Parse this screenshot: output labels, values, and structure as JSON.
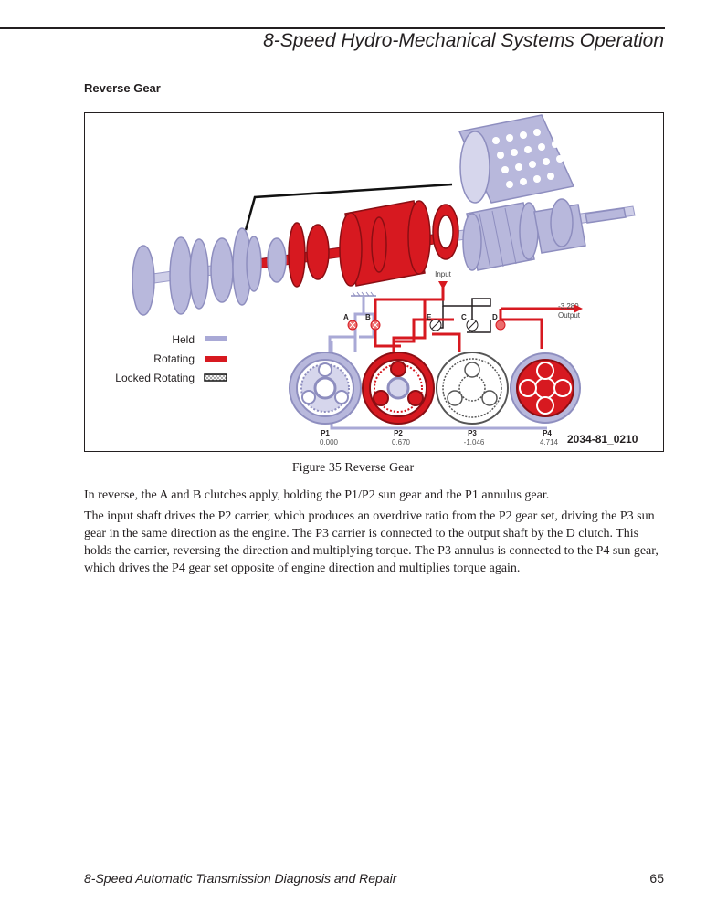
{
  "header": {
    "title": "8-Speed Hydro-Mechanical Systems Operation"
  },
  "section": {
    "heading": "Reverse Gear"
  },
  "figure": {
    "legend": [
      {
        "label": "Held",
        "color": "#a9a9d6"
      },
      {
        "label": "Rotating",
        "color": "#d71920"
      },
      {
        "label": "Locked Rotating",
        "color": "#ffffff"
      }
    ],
    "input_label": "Input",
    "output_ratio": "-3.289",
    "output_label": "Output",
    "clutches": [
      "A",
      "B",
      "E",
      "C",
      "D"
    ],
    "gearsets": [
      {
        "name": "P1",
        "ratio": "0.000",
        "state": "held"
      },
      {
        "name": "P2",
        "ratio": "0.670",
        "state": "rotating"
      },
      {
        "name": "P3",
        "ratio": "-1.046",
        "state": "locked"
      },
      {
        "name": "P4",
        "ratio": "4.714",
        "state": "rotating"
      }
    ],
    "part_number": "2034-81_0210",
    "caption": "Figure 35  Reverse Gear"
  },
  "body": {
    "paragraphs": [
      "In reverse, the A and B clutches apply, holding the P1/P2 sun gear and the P1 annulus gear.",
      "The input shaft drives the P2 carrier, which produces an overdrive ratio from the P2 gear set, driving the P3 sun gear in the same direction as the engine.  The P3 carrier is connected to the output shaft by the D clutch.  This holds the carrier, reversing the direction and multiplying torque. The P3 annulus is connected to the P4 sun gear, which drives the P4 gear set opposite of engine direction and multiplies torque again."
    ]
  },
  "footer": {
    "title": "8-Speed Automatic Transmission Diagnosis and Repair",
    "page_number": "65"
  }
}
